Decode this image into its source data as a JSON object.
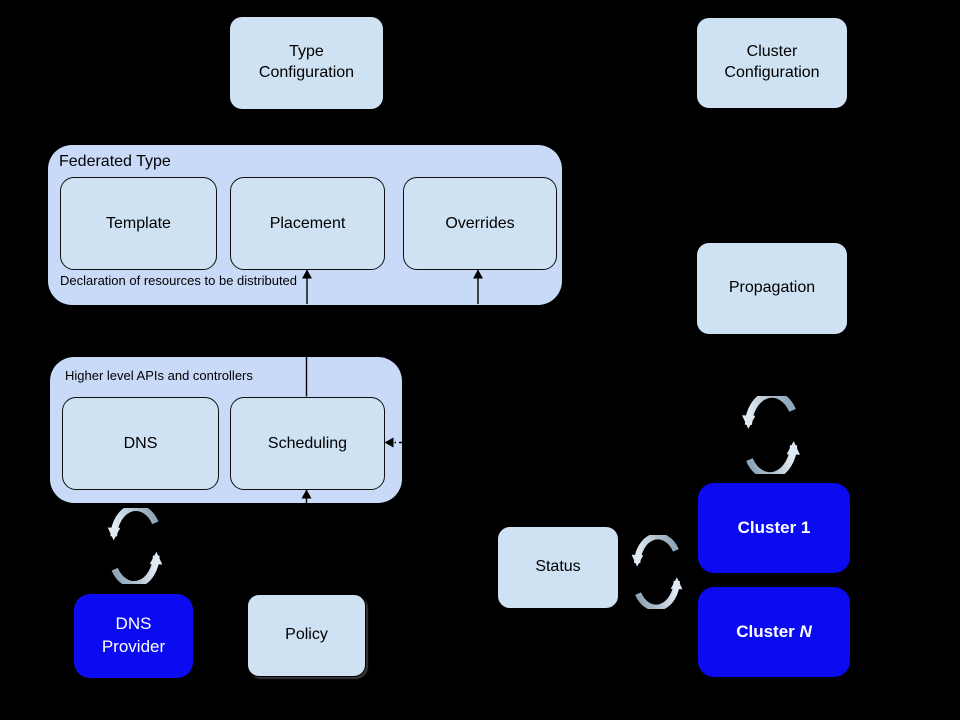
{
  "diagram": {
    "background": "#000000",
    "palette": {
      "node_fill": "#cfe2f3",
      "group_fill": "#c9daf8",
      "cluster_blue": "#0b0bf2",
      "node_text": "#000000",
      "text_on_blue": "#ffffff",
      "connector": "#000000",
      "sync_icon_dark": "#8fa6b8",
      "sync_icon_light": "#eaf2fa"
    },
    "nodes": {
      "type_configuration": {
        "label": "Type\nConfiguration"
      },
      "cluster_configuration": {
        "label": "Cluster\nConfiguration"
      },
      "propagation": {
        "label": "Propagation"
      },
      "status": {
        "label": "Status"
      },
      "policy": {
        "label": "Policy"
      },
      "dns_provider": {
        "label": "DNS\nProvider"
      },
      "cluster_1": {
        "label": "Cluster 1"
      },
      "cluster_n": {
        "prefix": "Cluster",
        "suffix": "N"
      }
    },
    "groups": {
      "federated_type": {
        "title": "Federated Type",
        "caption": "Declaration of resources to be distributed",
        "items": {
          "template": "Template",
          "placement": "Placement",
          "overrides": "Overrides"
        }
      },
      "higher_apis": {
        "title": "Higher level APIs and controllers",
        "items": {
          "dns": "DNS",
          "scheduling": "Scheduling"
        }
      }
    },
    "connectors": [
      {
        "type": "solid-arrow",
        "into": "Placement",
        "direction": "up"
      },
      {
        "type": "solid-arrow",
        "into": "Overrides",
        "direction": "up"
      },
      {
        "type": "solid-line",
        "at": "Scheduling-top"
      },
      {
        "type": "dash-dot-arrow",
        "into": "Scheduling-right"
      },
      {
        "type": "dash-dot-arrow",
        "into": "Scheduling-bottom"
      }
    ],
    "icons": {
      "sync": "sync-arrows-icon"
    }
  }
}
